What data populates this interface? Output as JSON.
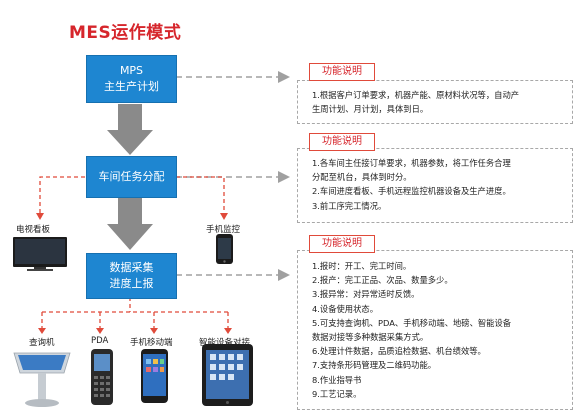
{
  "title": "MES运作模式",
  "steps": [
    {
      "line1": "MPS",
      "line2": "主生产计划"
    },
    {
      "line1": "车间任务分配",
      "line2": ""
    },
    {
      "line1": "数据采集",
      "line2": "进度上报"
    }
  ],
  "function_label": "功能说明",
  "function_boxes": [
    {
      "text": "1.根据客户订单要求，机器产能、原材料状况等，自动产\n生周计划、月计划，具体到日。"
    },
    {
      "text": "1.各车间主任接订单要求，机器参数，将工作任务合理\n分配至机台，具体到时分。\n2.车间进度看板、手机远程监控机器设备及生产进度。\n3.前工序完工情况。"
    },
    {
      "text": "1.报时：开工、完工时间。\n2.报产：完工正品、次品、数量多少。\n3.报异常：对异常适时反馈。\n4.设备使用状态。\n5.可支持查询机、PDA、手机移动端、地磅、智能设备\n数据对接等多种数据采集方式。\n6.处理计件数据，品质追检数据、机台绩效等。\n7.支持条形码管理及二维码功能。\n8.作业指导书\n9.工艺记录。"
    }
  ],
  "devices": {
    "tv": "电视看板",
    "mobile_monitor": "手机监控",
    "kiosk": "查询机",
    "pda": "PDA",
    "mobile": "手机移动端",
    "smart": "智能设备对接"
  },
  "colors": {
    "title": "#d6262c",
    "box": "#1e86d1",
    "arrow": "#8a8a8a",
    "connector": "#e04a3a"
  }
}
